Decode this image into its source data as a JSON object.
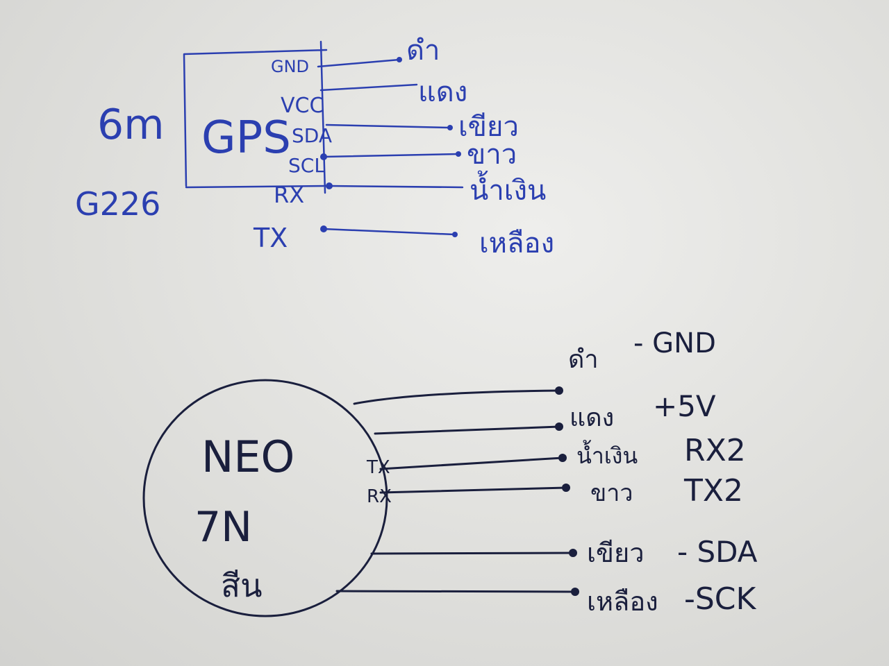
{
  "top_diagram": {
    "module_label": "GPS",
    "side_label_top": "6m",
    "side_label_bottom": "G226",
    "pins": [
      {
        "pin": "GND",
        "wire": "ดำ"
      },
      {
        "pin": "VCC",
        "wire": "แดง"
      },
      {
        "pin": "SDA",
        "wire": "เขียว"
      },
      {
        "pin": "SCL",
        "wire": "ขาว"
      },
      {
        "pin": "RX",
        "wire": "น้ำเงิน"
      },
      {
        "pin": "TX",
        "wire": "เหลือง"
      }
    ],
    "ink_color": "#2b3fb0"
  },
  "bottom_diagram": {
    "module_line1": "NEO",
    "module_line2": "7N",
    "module_line3": "สีน",
    "module_pins": [
      "TX",
      "RX"
    ],
    "connections": [
      {
        "wire": "ดำ",
        "target": "- GND"
      },
      {
        "wire": "แดง",
        "target": "+5V"
      },
      {
        "wire": "น้ำเงิน",
        "target": "RX2"
      },
      {
        "wire": "ขาว",
        "target": "TX2"
      },
      {
        "wire": "เขียว",
        "target": "- SDA"
      },
      {
        "wire": "เหลือง",
        "target": "-SCK"
      }
    ],
    "ink_color": "#1a1f3d"
  }
}
